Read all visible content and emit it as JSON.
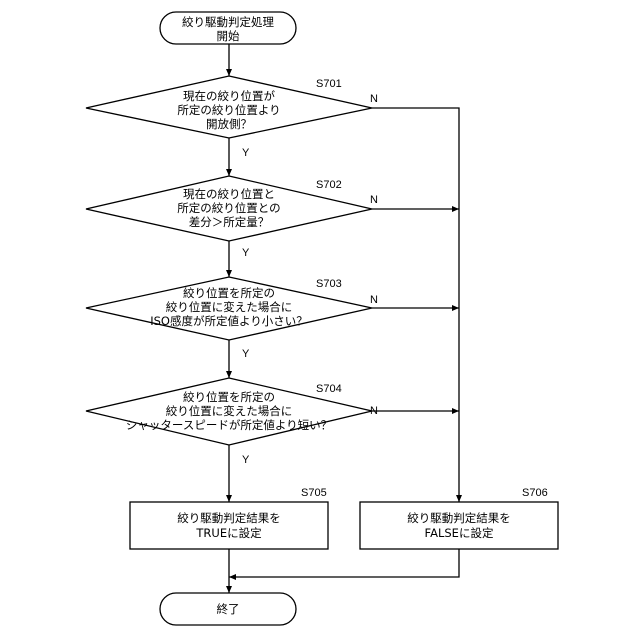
{
  "start": {
    "lines": [
      "絞り駆動判定処理",
      "開始"
    ]
  },
  "decisions": [
    {
      "step": "S701",
      "lines": [
        "現在の絞り位置が",
        "所定の絞り位置より",
        "開放側？"
      ],
      "yes": "Y",
      "no": "N"
    },
    {
      "step": "S702",
      "lines": [
        "現在の絞り位置と",
        "所定の絞り位置との",
        "差分＞所定量？"
      ],
      "yes": "Y",
      "no": "N"
    },
    {
      "step": "S703",
      "lines": [
        "絞り位置を所定の",
        "絞り位置に変えた場合に",
        "ISO感度が所定値より小さい？"
      ],
      "yes": "Y",
      "no": "N"
    },
    {
      "step": "S704",
      "lines": [
        "絞り位置を所定の",
        "絞り位置に変えた場合に",
        "シャッタースピードが所定値より短い？"
      ],
      "yes": "Y",
      "no": "N"
    }
  ],
  "process_true": {
    "step": "S705",
    "lines": [
      "絞り駆動判定結果を",
      "TRUEに設定"
    ]
  },
  "process_false": {
    "step": "S706",
    "lines": [
      "絞り駆動判定結果を",
      "FALSEに設定"
    ]
  },
  "end": {
    "lines": [
      "終了"
    ]
  }
}
